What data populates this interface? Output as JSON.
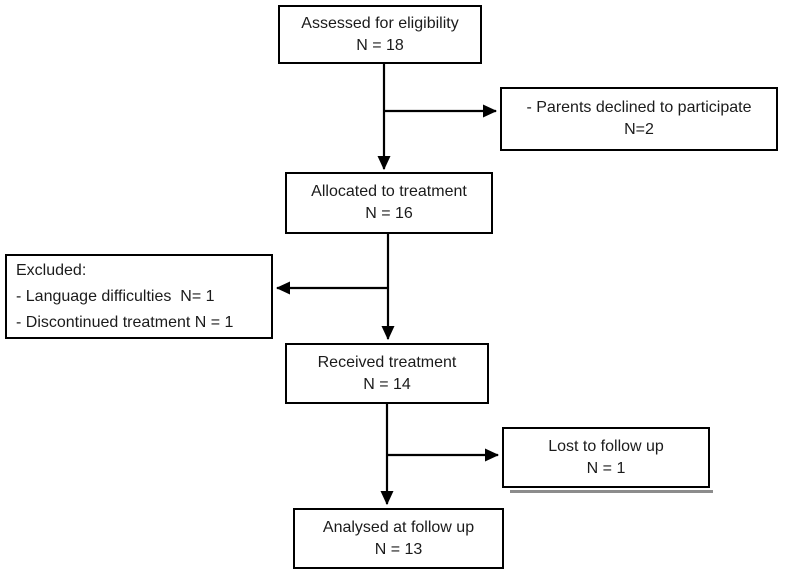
{
  "flowchart": {
    "assessed": {
      "label": "Assessed for eligibility",
      "n": "N = 18"
    },
    "declined": {
      "label": "- Parents declined to participate",
      "n": "N=2"
    },
    "allocated": {
      "label": "Allocated to treatment",
      "n": "N = 16"
    },
    "excluded": {
      "title": "Excluded:",
      "item1": "- Language difficulties  N= 1",
      "item2": "- Discontinued treatment N = 1"
    },
    "received": {
      "label": "Received treatment",
      "n": "N = 14"
    },
    "lost": {
      "label": "Lost to follow up",
      "n": "N = 1"
    },
    "analysed": {
      "label": "Analysed at follow up",
      "n": "N = 13"
    }
  },
  "colors": {
    "line": "#000000",
    "text": "#1b1b1b",
    "background": "#ffffff",
    "shadow": "#8c8c8c"
  }
}
